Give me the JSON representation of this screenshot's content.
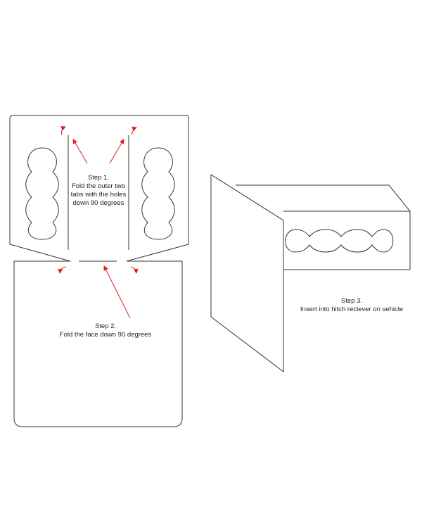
{
  "steps": [
    {
      "title": "Step 1.",
      "lines": [
        "Fold the outer two",
        "tabs with the holes",
        "down 90 degrees"
      ]
    },
    {
      "title": "Step 2.",
      "lines": [
        "Fold the face down 90 degrees"
      ]
    },
    {
      "title": "Step 3.",
      "lines": [
        "Insert into hitch reciever on vehicle"
      ]
    }
  ],
  "colors": {
    "outline": "#333333",
    "arrow": "#e02020"
  }
}
